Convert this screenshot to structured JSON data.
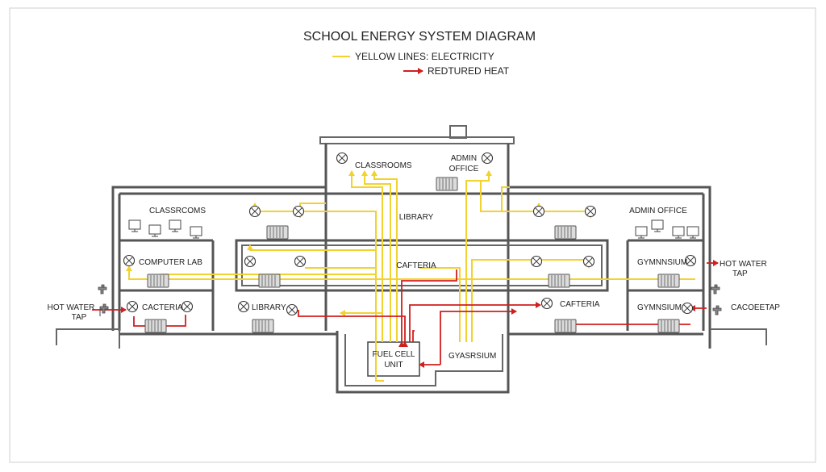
{
  "diagram": {
    "title": "SCHOOL ENERGY SYSTEM DIAGRAM",
    "legend": {
      "electricity": "YELLOW LINES: ELECTRICITY",
      "heat": "REDTURED HEAT"
    },
    "rooms": {
      "classrooms_top": "CLASSROOMS",
      "admin_office_top_1": "ADMIN",
      "admin_office_top_2": "OFFICE",
      "library_center": "LIBRARY",
      "classrooms_left": "CLASSRCOMS",
      "admin_office_right": "ADMIN OFFICE",
      "computer_lab": "COMPUTER LAB",
      "cafeteria_center": "CAFTERIA",
      "gymnasium_right_upper": "GYMNNSIUM",
      "cafeteria_left": "CACTERIA",
      "library_left": "LIBRARY",
      "cafeteria_right": "CAFTERIA",
      "gymnasium_right_lower": "GYMNЅIUM",
      "fuel_cell_1": "FUEL CELL",
      "fuel_cell_2": "UNIT",
      "gymnasium_basement": "GYASRSIUM"
    },
    "taps": {
      "left_1": "HOT WATER",
      "left_2": "TAP",
      "right_1": "HOT WATER",
      "right_2": "TAP",
      "right_lower": "CACOEETAP"
    },
    "colors": {
      "electricity": "#f2d22e",
      "heat": "#d01f1f",
      "walls": "#555555"
    }
  }
}
